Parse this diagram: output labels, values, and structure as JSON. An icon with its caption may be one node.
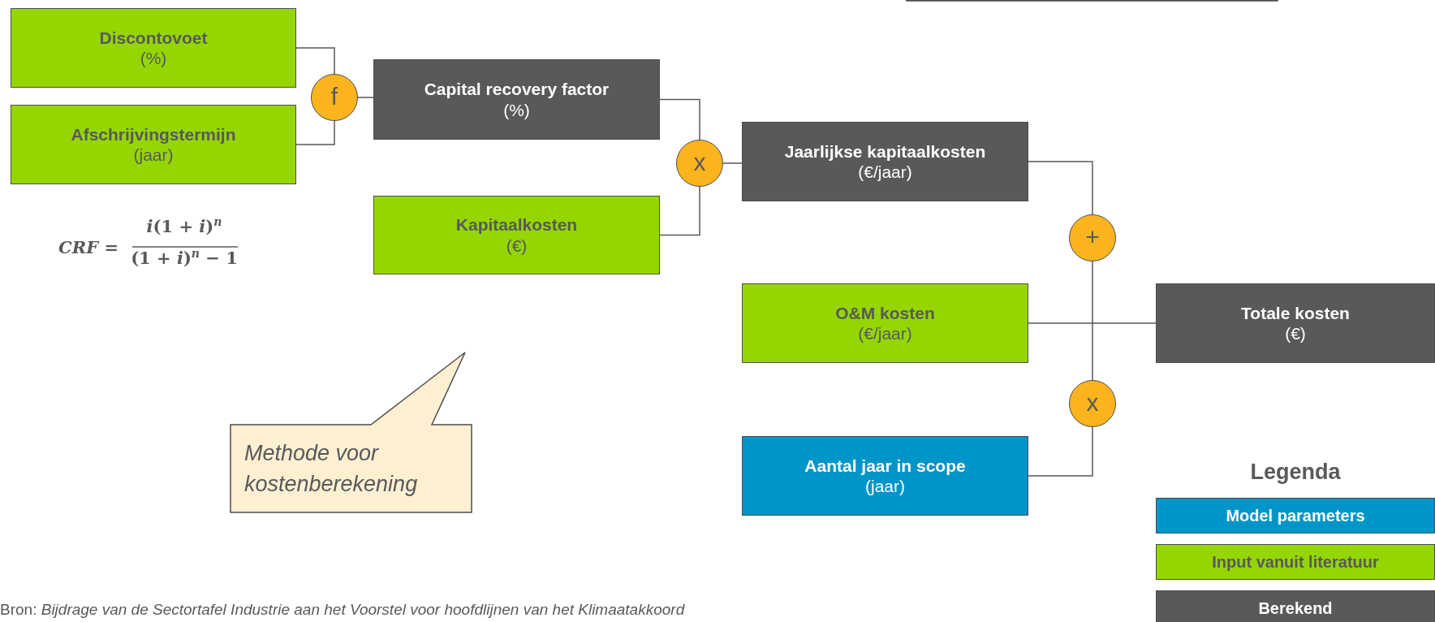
{
  "diagram": {
    "caption": "Bron: *Bijdrage van de Sectortafel Industrie aan het Voorstel voor hoofdlijnen van het Klimaatakkoord*",
    "nodes": [
      {
        "text": [
          "Discontovoet",
          "(%)"
        ]
      },
      {
        "text": [
          "Afschrijvingstermijn",
          "(jaar)"
        ]
      },
      {
        "text": [
          "f"
        ]
      },
      {
        "text": [
          "Capital recovery factor",
          "(%)"
        ]
      },
      {
        "text": [
          "x"
        ]
      },
      {
        "text": [
          "Kapitaalkosten",
          "(€)"
        ]
      },
      {
        "text": [
          "Jaarlijkse kapitaalkosten",
          "(€/jaar)"
        ]
      },
      {
        "text": [
          "+"
        ]
      },
      {
        "text": [
          "O&M kosten",
          "(€/jaar)"
        ]
      },
      {
        "text": [
          "Totale kosten",
          "(€)"
        ]
      },
      {
        "text": [
          "x"
        ]
      },
      {
        "text": [
          "Aantal jaar in scope",
          "(jaar)"
        ]
      },
      {
        "text": [
          "Methode voor kostenberekening"
        ]
      }
    ],
    "edges": [
      {
        "from": 0,
        "to": 2,
        "arrow": "none"
      },
      {
        "from": 1,
        "to": 2,
        "arrow": "none"
      },
      {
        "from": 2,
        "to": 3,
        "arrow": "none"
      },
      {
        "from": 3,
        "to": 4,
        "arrow": "none"
      },
      {
        "from": 5,
        "to": 4,
        "arrow": "none"
      },
      {
        "from": 4,
        "to": 6,
        "arrow": "none"
      },
      {
        "from": 6,
        "to": 7,
        "arrow": "none"
      },
      {
        "from": 8,
        "to": 9,
        "arrow": "none"
      },
      {
        "from": 7,
        "to": 10,
        "arrow": "none"
      },
      {
        "from": 11,
        "to": 10,
        "arrow": "none"
      }
    ],
    "labels": [
      "*CRF* =",
      "*i*(1 + *i*)$^{n}$",
      "(1 + *i*)$^{n}$ − 1",
      "Legenda"
    ],
    "legend": [
      {
        "text": "Model parameters",
        "color": "#0095c8"
      },
      {
        "text": "Input vanuit literatuur",
        "color": "#95d600"
      },
      {
        "text": "Berekend",
        "color": "#58595b"
      }
    ]
  }
}
